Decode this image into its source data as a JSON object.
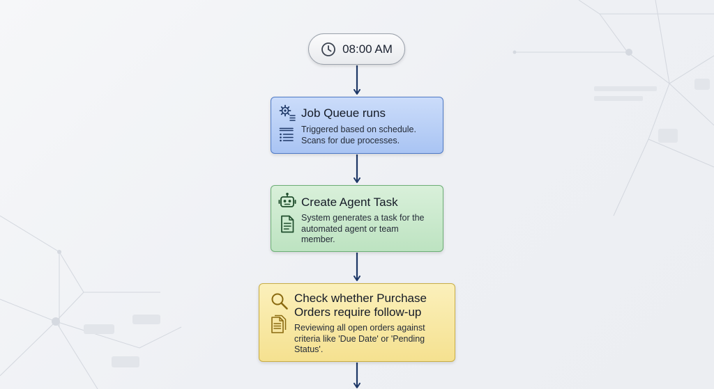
{
  "start": {
    "time_label": "08:00 AM",
    "icon": "clock-icon"
  },
  "steps": [
    {
      "title": "Job Queue runs",
      "description_lines": [
        "Triggered based on schedule.",
        "Scans for due processes."
      ],
      "title_icon": "gear-list-icon",
      "desc_icon": "list-icon",
      "color": "#a9c4f3",
      "border_color": "#4e79c5"
    },
    {
      "title": "Create Agent Task",
      "description_lines": [
        "System generates a task for the",
        "automated agent or team",
        "member."
      ],
      "title_icon": "robot-icon",
      "desc_icon": "document-icon",
      "color": "#bde3c1",
      "border_color": "#6cae75"
    },
    {
      "title_lines": [
        "Check whether Purchase",
        "Orders require follow-up"
      ],
      "description_lines": [
        "Reviewing all open orders against",
        "criteria like 'Due Date' or 'Pending",
        "Status'."
      ],
      "title_icon": "magnifier-icon",
      "desc_icon": "documents-icon",
      "color": "#f5e190",
      "border_color": "#c8ad45"
    }
  ],
  "colors": {
    "arrow": "#1d3766"
  }
}
